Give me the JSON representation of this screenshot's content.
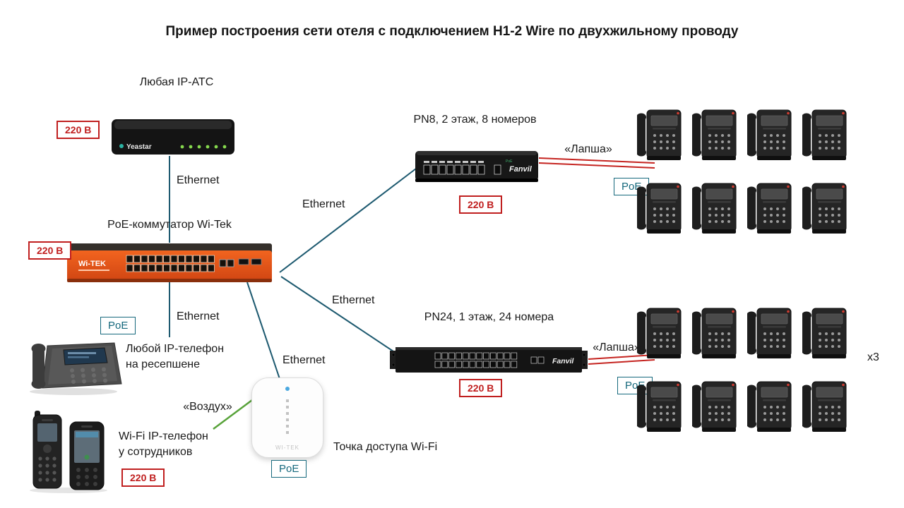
{
  "title": "Пример построения сети отеля с подключением H1-2 Wire по двухжильному проводу",
  "badges": {
    "power": "220 В",
    "poe": "PoE"
  },
  "labels": {
    "ethernet": "Ethernet",
    "lapsha": "«Лапша»",
    "vozduh": "«Воздух»",
    "x3": "x3"
  },
  "devices": {
    "ip_pbx": {
      "label": "Любая IP-АТС",
      "brand": "Yeastar"
    },
    "core_switch": {
      "label": "PoE-коммутатор Wi-Tek",
      "brand": "Wi-TEK"
    },
    "pn8": {
      "label": "PN8, 2 этаж, 8 номеров",
      "brand": "Fanvil"
    },
    "pn24": {
      "label": "PN24, 1 этаж, 24 номера",
      "brand": "Fanvil"
    },
    "reception_phone": {
      "label_line1": "Любой IP-телефон",
      "label_line2": "на ресепшене"
    },
    "wifi_phone": {
      "label_line1": "Wi-Fi IP-телефон",
      "label_line2": "у сотрудников"
    },
    "access_point": {
      "label": "Точка доступа Wi-Fi",
      "brand": "WI-TEK"
    }
  },
  "colors": {
    "network_line": "#1e5a70",
    "lapsha_line": "#c52420",
    "vozduh_line": "#58a33a",
    "power_badge": "#c01f1f",
    "poe_badge": "#16697d"
  }
}
